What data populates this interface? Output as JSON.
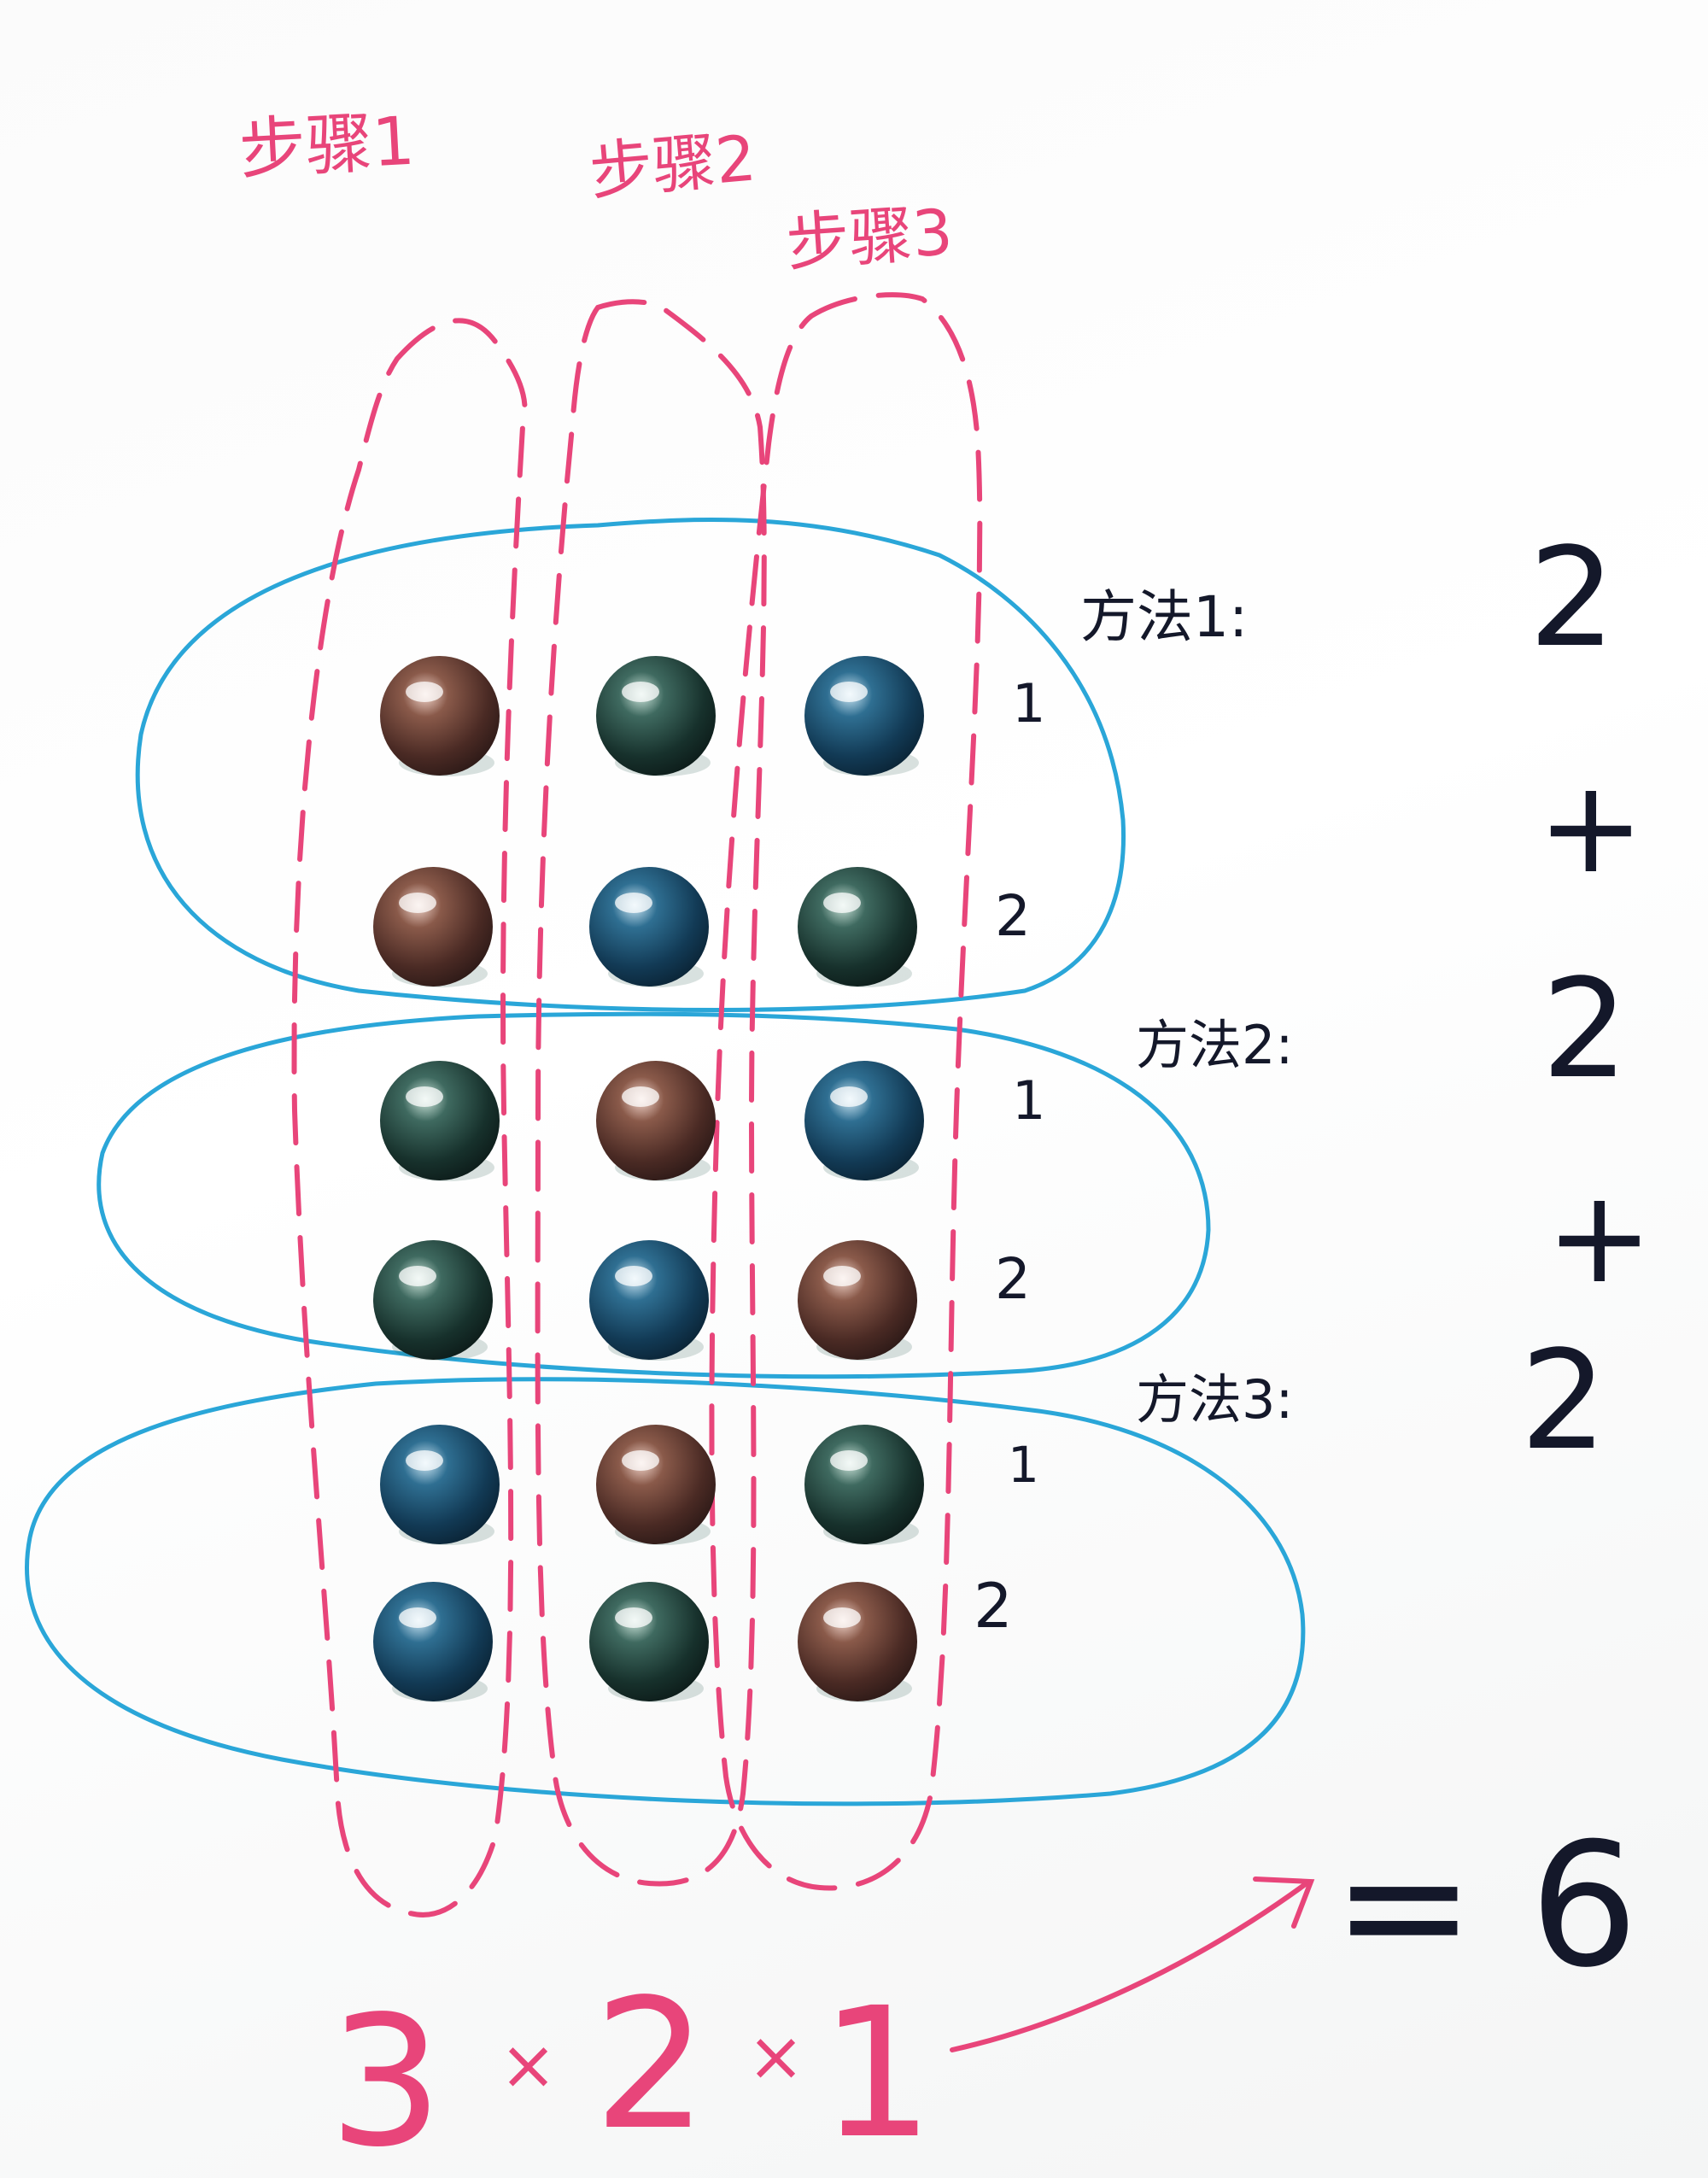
{
  "steps": [
    "步骤1",
    "步骤2",
    "步骤3"
  ],
  "methods": [
    {
      "label": "方法1:",
      "row_numbers": [
        "1",
        "2"
      ]
    },
    {
      "label": "方法2:",
      "row_numbers": [
        "1",
        "2"
      ]
    },
    {
      "label": "方法3:",
      "row_numbers": [
        "1",
        "2"
      ]
    }
  ],
  "addition": [
    "2",
    "+",
    "2",
    "+",
    "2"
  ],
  "result": "= 6",
  "multiplication": {
    "a": "3",
    "op1": "×",
    "b": "2",
    "op2": "×",
    "c": "1"
  },
  "marble_colors": [
    [
      "brown",
      "dark-green",
      "blue"
    ],
    [
      "brown",
      "blue",
      "dark-green"
    ],
    [
      "dark-green",
      "brown",
      "blue"
    ],
    [
      "dark-green",
      "blue",
      "brown"
    ],
    [
      "blue",
      "brown",
      "dark-green"
    ],
    [
      "blue",
      "dark-green",
      "brown"
    ]
  ],
  "colors": {
    "pink_marker": "#e8457a",
    "blue_marker": "#2aa6d8",
    "black_marker": "#14182a"
  }
}
